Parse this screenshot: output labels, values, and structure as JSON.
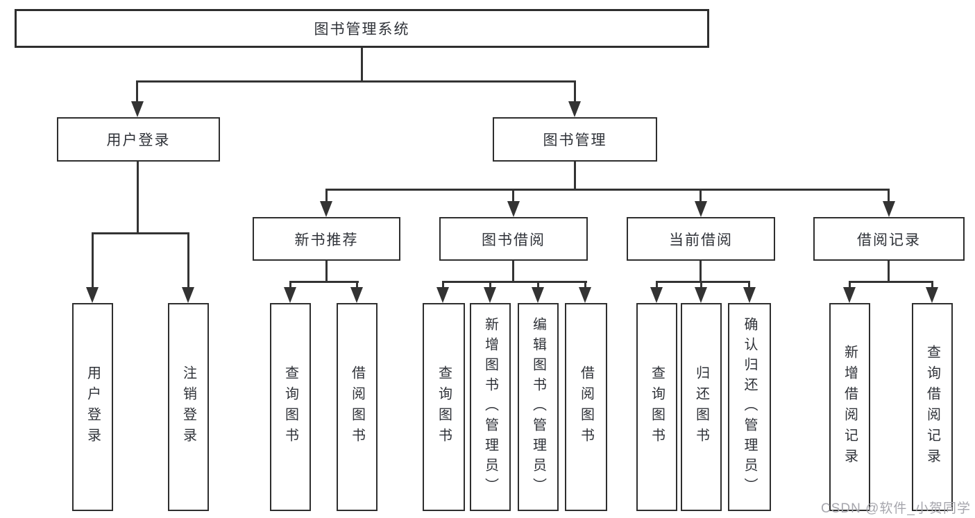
{
  "colors": {
    "line": "#333333",
    "box_border": "#2e2e2e",
    "background": "#ffffff",
    "text": "#2f3238",
    "watermark": "#a6a6ad"
  },
  "watermark": {
    "text": "CSDN @软件_小贺同学"
  },
  "nodes": {
    "root": "图书管理系统",
    "user_login": "用户登录",
    "book_mgmt": "图书管理",
    "new_books": "新书推荐",
    "book_borrow": "图书借阅",
    "current_borrow": "当前借阅",
    "borrow_records": "借阅记录",
    "leaves": {
      "user_login_1": "用户登录",
      "user_login_2": "注销登录",
      "new_books_1": "查询图书",
      "new_books_2": "借阅图书",
      "book_borrow_1": "查询图书",
      "book_borrow_2": "新增图书（管理员）",
      "book_borrow_3": "编辑图书（管理员）",
      "book_borrow_4": "借阅图书",
      "current_borrow_1": "查询图书",
      "current_borrow_2": "归还图书",
      "current_borrow_3": "确认归还（管理员）",
      "borrow_records_1": "新增借阅记录",
      "borrow_records_2": "查询借阅记录"
    }
  }
}
